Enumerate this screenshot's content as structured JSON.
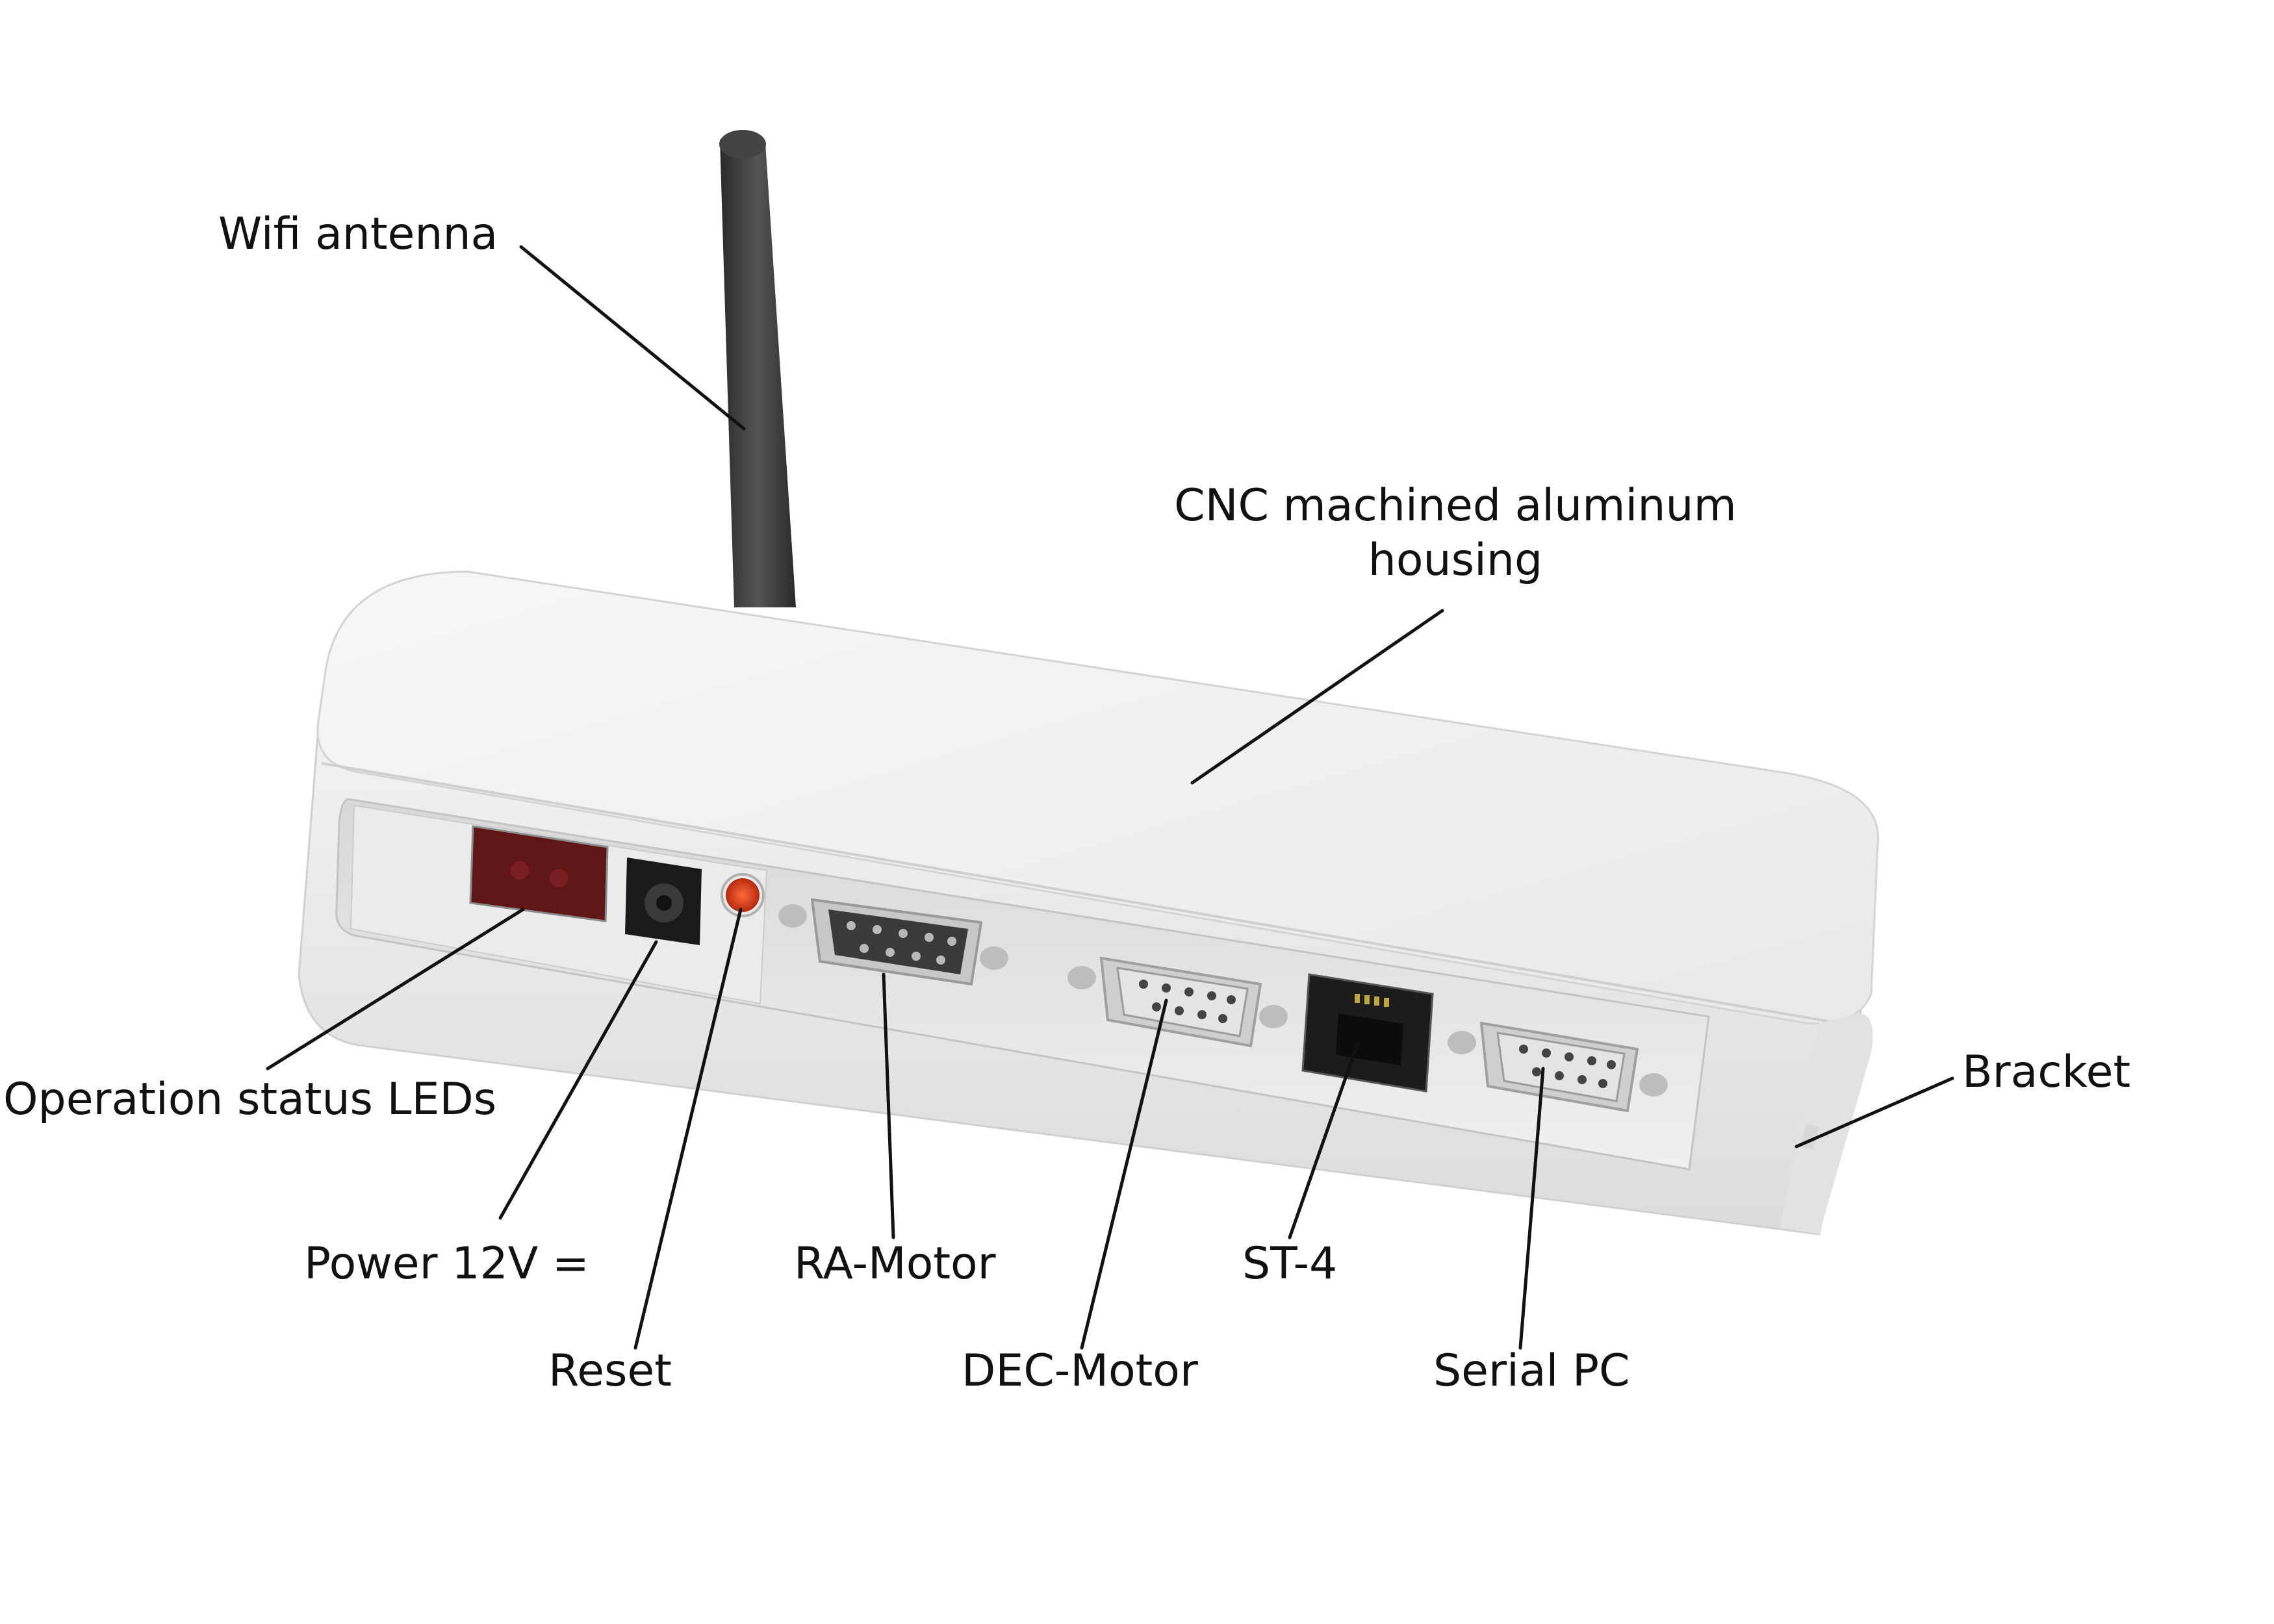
{
  "labels": {
    "wifi_antenna": "Wifi antenna",
    "housing_line1": "CNC machined aluminum",
    "housing_line2": "housing",
    "operation_leds": "Operation status LEDs",
    "power": "Power 12V =",
    "reset": "Reset",
    "ra_motor": "RA-Motor",
    "dec_motor": "DEC-Motor",
    "st4": "ST-4",
    "serial_pc": "Serial PC",
    "bracket": "Bracket"
  },
  "colors": {
    "housing": "#efefef",
    "antenna": "#3a3a3a",
    "led_panel": "#6a1a1a",
    "reset_led": "#d4351c",
    "connector": "#c9c9c9"
  }
}
